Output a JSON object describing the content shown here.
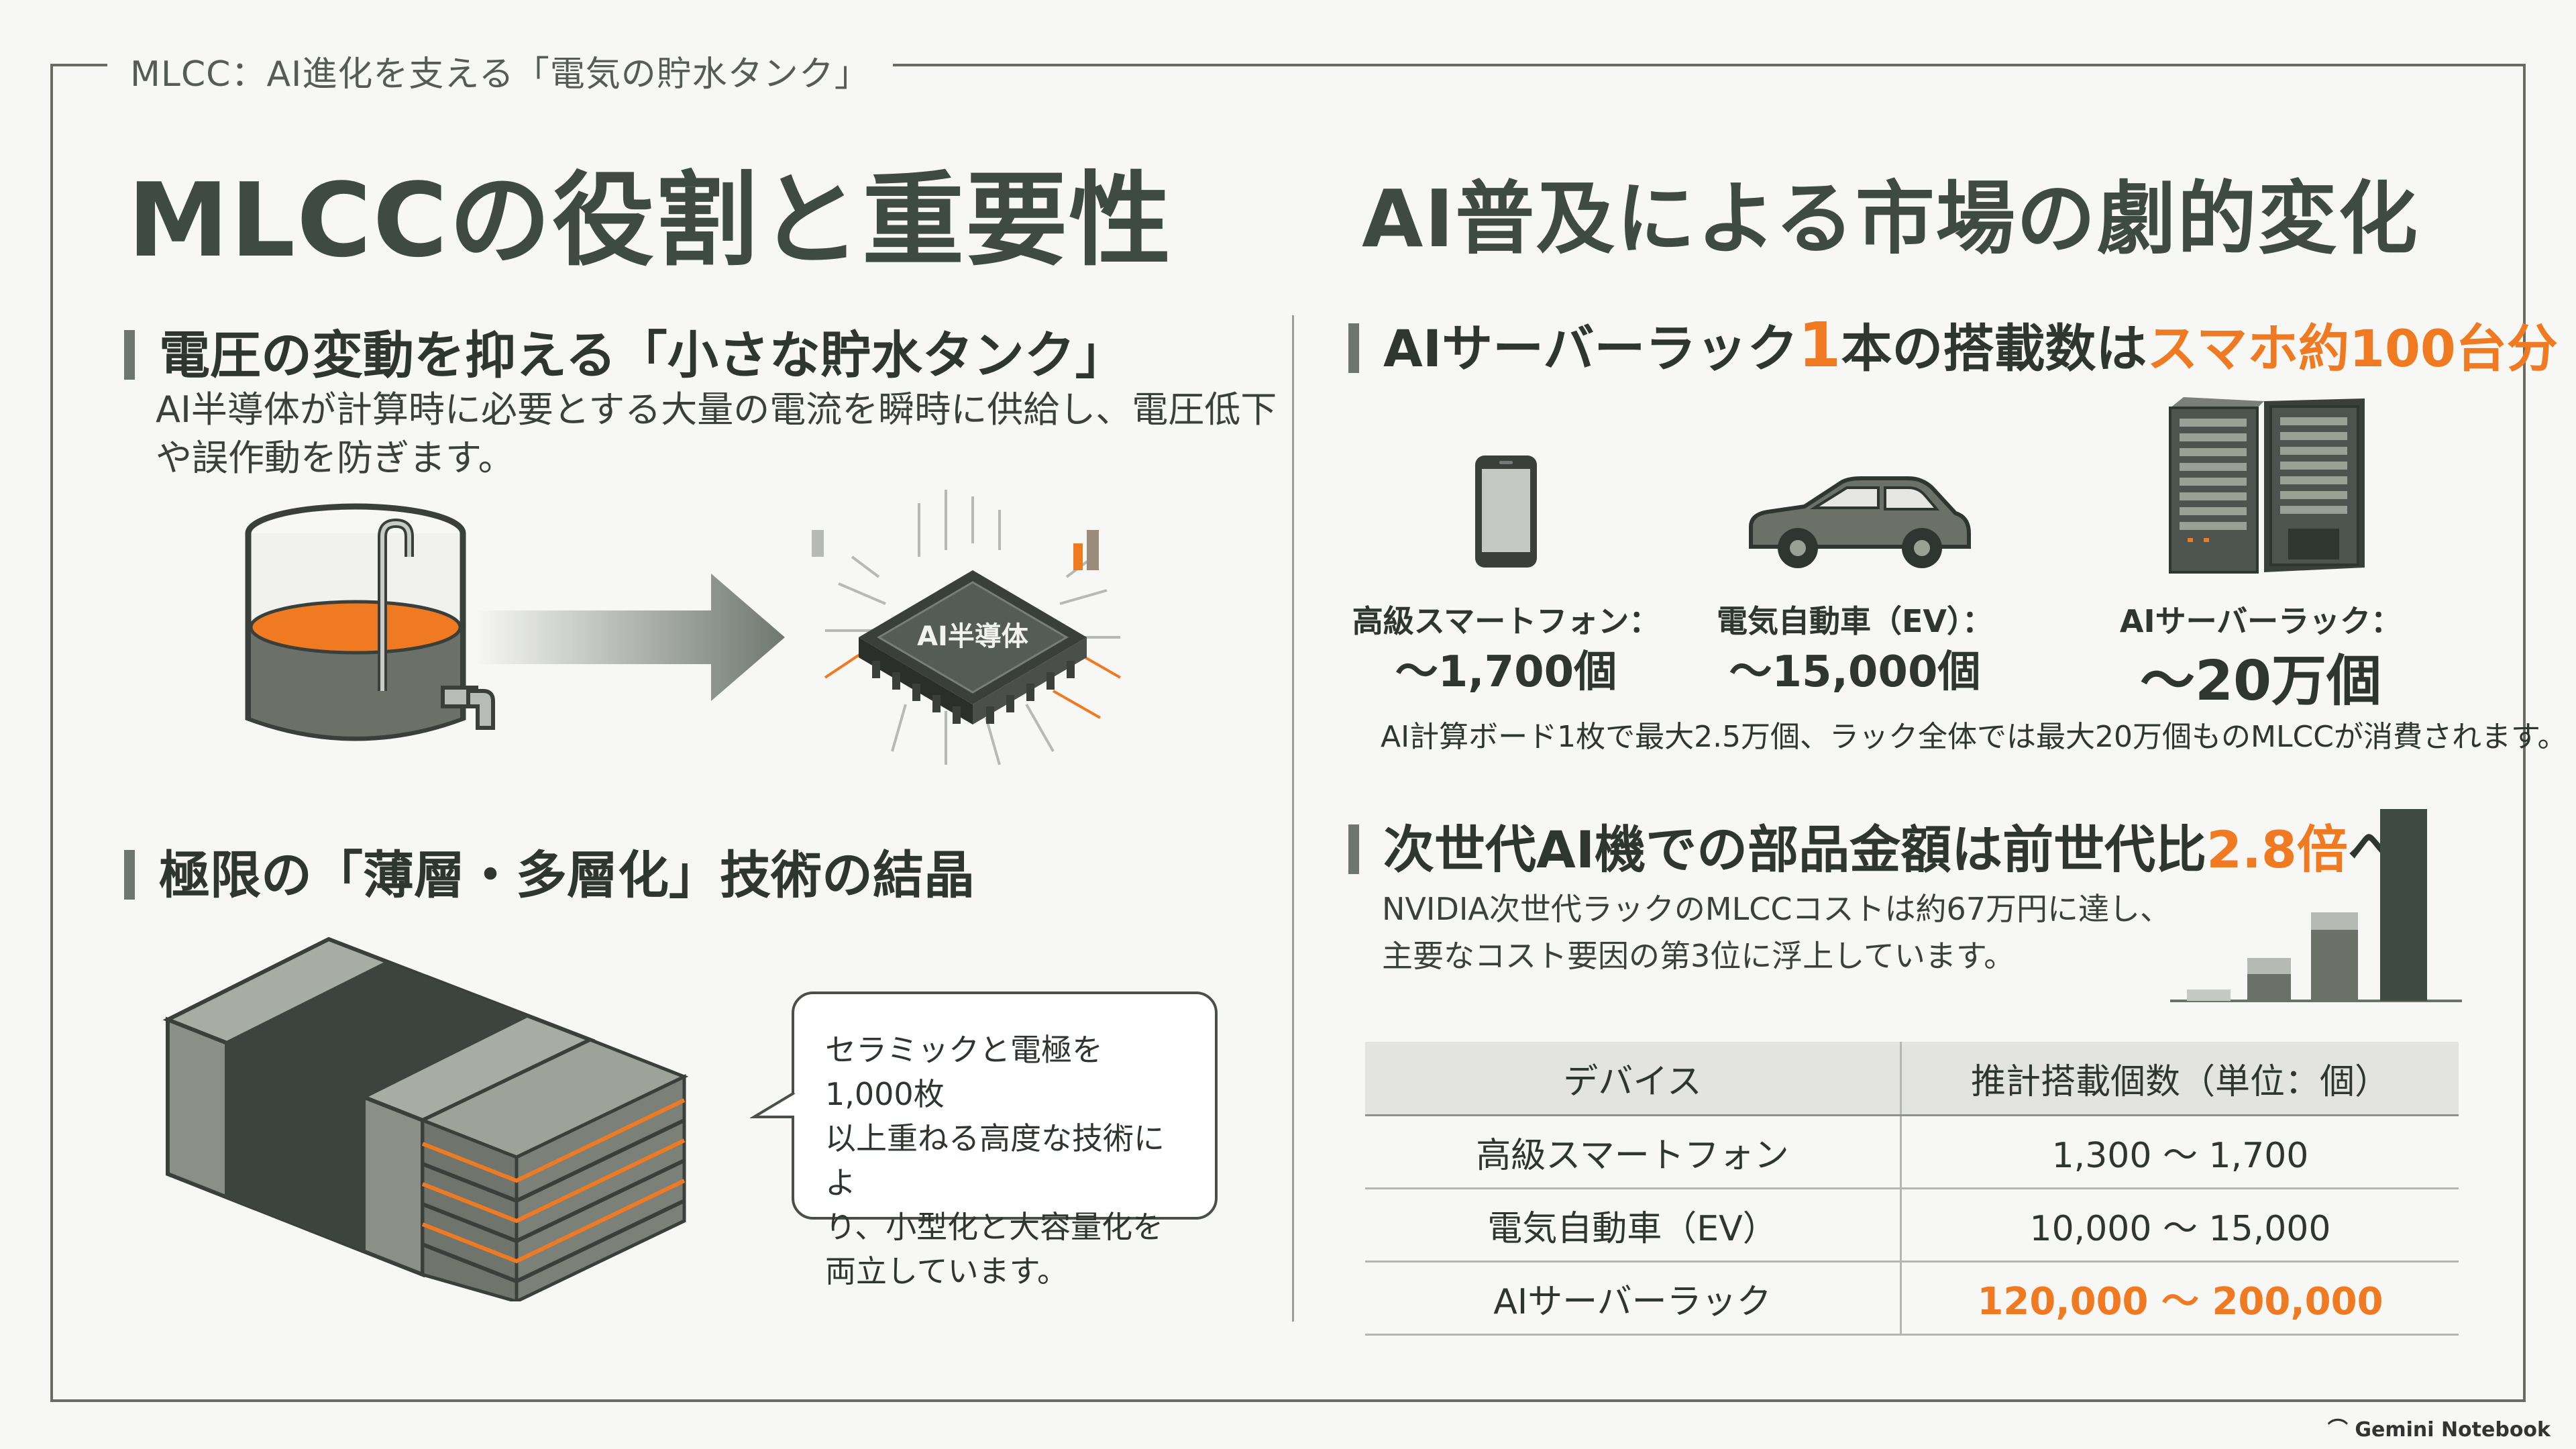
{
  "page_title": "MLCC：AI進化を支える「電気の貯水タンク」",
  "left": {
    "heading": "MLCCの役割と重要性",
    "section1": {
      "title": "電圧の変動を抑える「小さな貯水タンク」",
      "body_line1": "AI半導体が計算時に必要とする大量の電流を瞬時に供給し、電圧低下",
      "body_line2": "や誤作動を防ぎます。",
      "chip_label": "AI半導体"
    },
    "section2": {
      "title": "極限の「薄層・多層化」技術の結晶",
      "bubble_line1": "セラミックと電極を1,000枚",
      "bubble_line2": "以上重ねる高度な技術によ",
      "bubble_line3": "り、小型化と大容量化を",
      "bubble_line4": "両立しています。"
    }
  },
  "right": {
    "heading": "AI普及による市場の劇的変化",
    "section1": {
      "title_part1": "AIサーバーラック",
      "title_num": "1",
      "title_part2": "本の搭載数は",
      "title_highlight": "スマホ約100台分",
      "devices": [
        {
          "label": "高級スマートフォン：",
          "value": "〜1,700個"
        },
        {
          "label": "電気自動車（EV）：",
          "value": "〜15,000個"
        },
        {
          "label": "AIサーバーラック：",
          "value": "〜20万個"
        }
      ],
      "note": "AI計算ボード1枚で最大2.5万個、ラック全体では最大20万個ものMLCCが消費されます。"
    },
    "section2": {
      "title_part1": "次世代AI機での部品金額は前世代比",
      "title_highlight": "2.8倍",
      "title_part2": "へ",
      "body_line1": "NVIDIA次世代ラックのMLCCコストは約67万円に達し、",
      "body_line2": "主要なコスト要因の第3位に浮上しています。"
    },
    "table": {
      "headers": [
        "デバイス",
        "推計搭載個数（単位：個）"
      ],
      "rows": [
        [
          "高級スマートフォン",
          "1,300 〜 1,700"
        ],
        [
          "電気自動車（EV）",
          "10,000 〜 15,000"
        ],
        [
          "AIサーバーラック",
          "120,000 〜 200,000"
        ]
      ]
    }
  },
  "logo": "Gemini Notebook",
  "colors": {
    "accent": "#f07a22",
    "primary": "#3f4a42",
    "tank": "#6b7068"
  }
}
